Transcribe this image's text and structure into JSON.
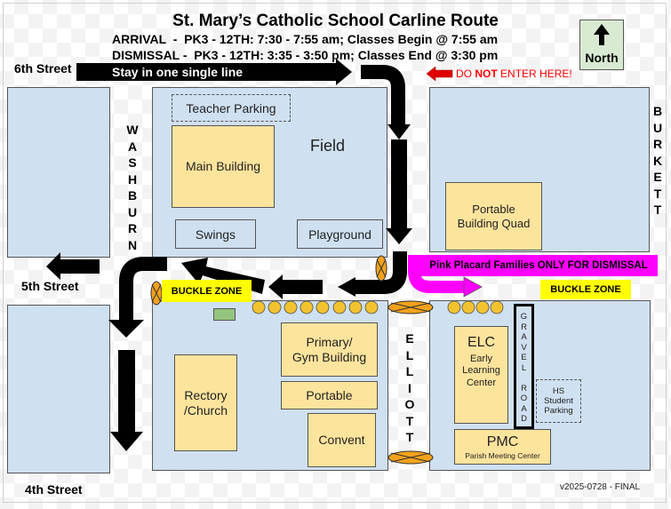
{
  "header": {
    "title": "St. Mary’s Catholic School Carline Route",
    "arrival": "ARRIVAL  -  PK3 - 12TH: 7:30 - 7:55 am; Classes Begin @ 7:55 am",
    "dismissal": "DISMISSAL -  PK3 - 12TH: 3:35 - 3:50 pm; Classes End @ 3:30 pm"
  },
  "compass": {
    "icon": "north-arrow-icon",
    "label": "North"
  },
  "streets": {
    "sixth": "6th Street",
    "fifth": "5th Street",
    "fourth": "4th Street",
    "washburn": [
      "W",
      "A",
      "S",
      "H",
      "B",
      "U",
      "R",
      "N"
    ],
    "burkett": [
      "B",
      "U",
      "R",
      "K",
      "E",
      "T",
      "T"
    ],
    "elliott": [
      "E",
      "L",
      "L",
      "I",
      "O",
      "T",
      "T"
    ],
    "gravel_road": [
      "G",
      "R",
      "A",
      "V",
      "E",
      "L",
      "",
      "R",
      "O",
      "A",
      "D"
    ]
  },
  "route": {
    "main_arrow_label": "Stay in one single line",
    "do_not_enter": {
      "prefix": "DO ",
      "emphasis": "NOT",
      "suffix": " ENTER HERE!",
      "color": "#ff0000"
    },
    "pink_banner": "Pink Placard Families ONLY FOR DISMISSAL",
    "buckle_zone_label": "BUCKLE ZONE"
  },
  "places": {
    "teacher_parking": "Teacher Parking",
    "main_building": "Main Building",
    "field": "Field",
    "swings": "Swings",
    "playground": "Playground",
    "portable_quad": [
      "Portable",
      "Building Quad"
    ],
    "primary_gym": [
      "Primary/",
      "Gym Building"
    ],
    "portable": "Portable",
    "rectory": [
      "Rectory",
      "/Church"
    ],
    "convent": "Convent",
    "elc": {
      "title": "ELC",
      "sub": [
        "Early",
        "Learning",
        "Center"
      ]
    },
    "hs_parking": [
      "HS",
      "Student",
      "Parking"
    ],
    "pmc": {
      "title": "PMC",
      "sub": "Parish Meeting Center"
    }
  },
  "footer": {
    "version": "v2025-0728 - FINAL"
  },
  "colors": {
    "block": "#cfe0f1",
    "building": "#fde49d",
    "buckle": "#ffff00",
    "pink": "#ff00ff",
    "cone": "#f5a21c",
    "dot": "#f2c230",
    "green_marker": "#93c47d"
  }
}
